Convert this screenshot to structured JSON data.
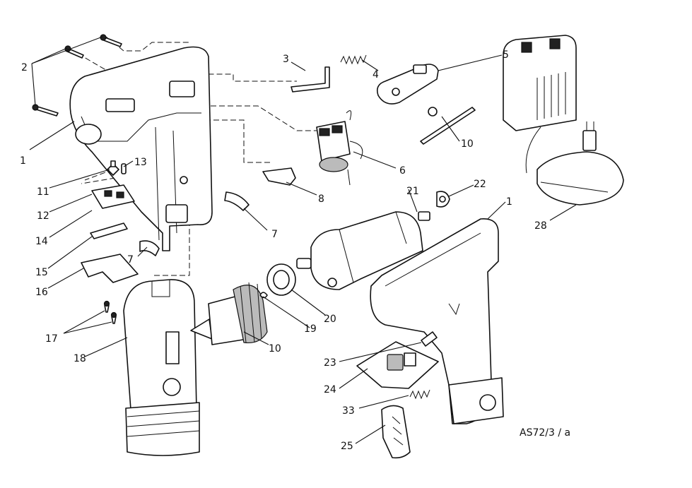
{
  "diagram": {
    "reference_code": "AS72/3 / a",
    "part_labels": {
      "p1a": "1",
      "p1b": "1",
      "p2": "2",
      "p3": "3",
      "p4": "4",
      "p5": "5",
      "p6": "6",
      "p7a": "7",
      "p7b": "7",
      "p8": "8",
      "p10a": "10",
      "p10b": "10",
      "p11": "11",
      "p12": "12",
      "p13": "13",
      "p14": "14",
      "p15": "15",
      "p16": "16",
      "p17": "17",
      "p18": "18",
      "p19": "19",
      "p20": "20",
      "p21": "21",
      "p22": "22",
      "p23": "23",
      "p24": "24",
      "p25": "25",
      "p28": "28",
      "p33": "33"
    }
  }
}
